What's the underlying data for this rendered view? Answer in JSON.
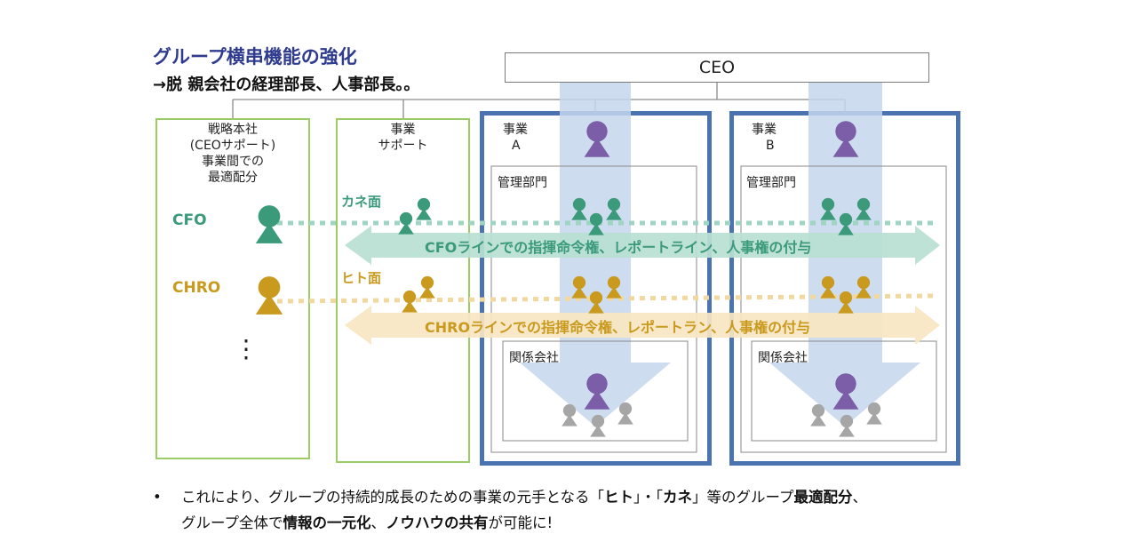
{
  "header": {
    "title": "グループ横串機能の強化",
    "subtitle": "→脱 親会社の経理部長、人事部長。。"
  },
  "ceo": {
    "label": "CEO"
  },
  "columns": {
    "strategy": {
      "lines": [
        "戦略本社",
        "(CEOサポート)",
        "事業間での",
        "最適配分"
      ]
    },
    "support": {
      "lines": [
        "事業",
        "サポート"
      ]
    },
    "business_a": {
      "lines": [
        "事業",
        "A"
      ],
      "admin": "管理部門",
      "affiliate": "関係会社"
    },
    "business_b": {
      "lines": [
        "事業",
        "B"
      ],
      "admin": "管理部門",
      "affiliate": "関係会社"
    }
  },
  "roles": {
    "cfo": "CFO",
    "chro": "CHRO",
    "more": "⋮"
  },
  "mid_labels": {
    "money": "カネ面",
    "people": "ヒト面"
  },
  "bands": {
    "cfo": "CFOラインでの指揮命令権、レポートライン、人事権の付与",
    "chro": "CHROラインでの指揮命令権、レポートラン、人事権の付与"
  },
  "footer": {
    "bullet": "•",
    "line1_a": "これにより、グループの持続的成長のための事業の元手となる「",
    "line1_b": "ヒト",
    "line1_c": "」・「",
    "line1_d": "カネ",
    "line1_e": "」等のグループ",
    "line1_f": "最適配分",
    "line1_g": "、",
    "line2_a": "グループ全体で",
    "line2_b": "情報の一元化",
    "line2_c": "、",
    "line2_d": "ノウハウの共有",
    "line2_e": "が可能に!"
  },
  "colors": {
    "title": "#2f3b8f",
    "green_border": "#9ccc65",
    "blue_border": "#4a73b0",
    "cfo": "#3a9a7a",
    "chro": "#c99a1e",
    "ceo_person": "#7b5ea7",
    "affiliate_person": "#a6a6a6",
    "cfo_band": "#b8e0d2",
    "chro_band": "#f8e6c2",
    "flow": "#c4d6ec"
  },
  "icons": [
    "person-icon"
  ]
}
